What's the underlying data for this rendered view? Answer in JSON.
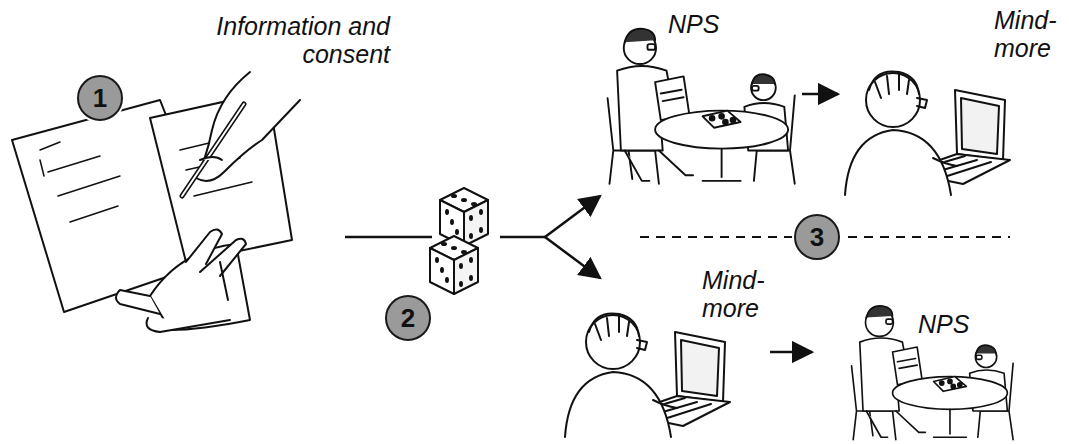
{
  "diagram": {
    "nodes": [
      {
        "text": [
          "1"
        ]
      },
      {
        "text": [
          "2"
        ]
      },
      {
        "text": [
          "3"
        ]
      }
    ],
    "labels": [
      "Information and consent",
      "NPS",
      "Mind- more",
      "Mind- more",
      "NPS"
    ]
  }
}
